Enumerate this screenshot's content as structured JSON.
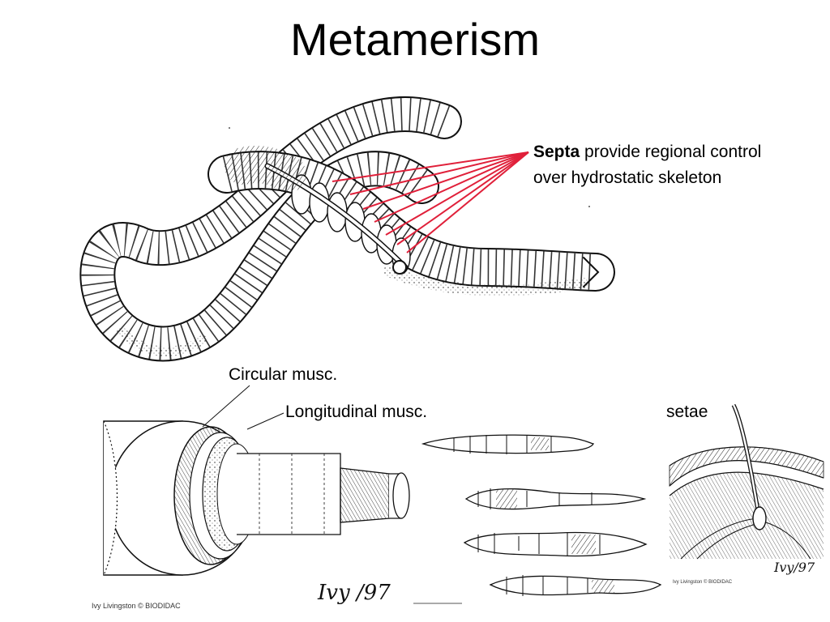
{
  "slide": {
    "title": "Metamerism"
  },
  "annotations": {
    "septa_bold": "Septa",
    "septa_rest": " provide regional control",
    "septa_line2": " over hydrostatic skeleton",
    "circular": "Circular musc.",
    "longitudinal": "Longitudinal musc.",
    "setae": "setae"
  },
  "credits": {
    "bottom_left": "Ivy Livingston © BIODIDAC",
    "small_right": "Ivy Livingston © BIODIDAC",
    "signature_main": "Ivy /97",
    "signature_small": "Ivy/97"
  },
  "colors": {
    "pointer_lines": "#e0203a",
    "ink": "#111111"
  }
}
